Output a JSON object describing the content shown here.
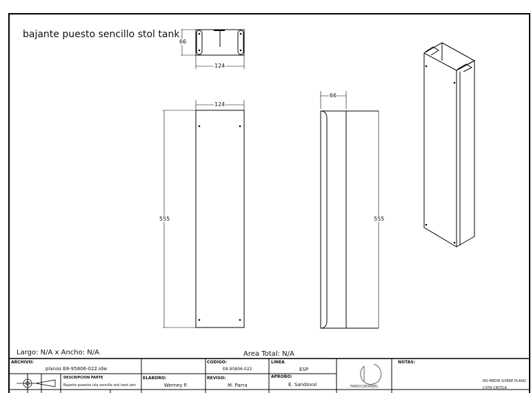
{
  "drawing_title": "bajante puesto sencillo stol tank",
  "dimensions": {
    "top_view_height": "66",
    "top_view_width": "124",
    "front_view_width": "124",
    "front_view_height": "555",
    "side_view_width": "66",
    "side_view_height": "555"
  },
  "summary": {
    "largo_ancho": "Largo: N/A x Ancho: N/A",
    "area_total": "Area Total: N/A"
  },
  "title_block": {
    "archivo_label": "ARCHIVO:",
    "archivo_value": "planos E8-95806-022.idw",
    "codigo_label": "CODIGO:",
    "codigo_value": "E8-95806-022",
    "linea_label": "LINEA",
    "linea_value": "ESP",
    "descripcion_label": "DESCRIPCION PARTE",
    "descripcion_value": "Bajante puestos isla sencilla stol tank.iam",
    "elaboro_label": "ELABORO:",
    "elaboro_value": "Werney P.",
    "reviso_label": "REVISO:",
    "reviso_value": "M. Parra",
    "aprobo_label": "APROBO:",
    "aprobo_value": "E. Sandoval",
    "logo_text": "FAMOCDEPANEL",
    "notas_label": "NOTAS:",
    "note_1": "NO MEDIR SOBRE PLANO",
    "note_2": "COTA CRITICA"
  }
}
